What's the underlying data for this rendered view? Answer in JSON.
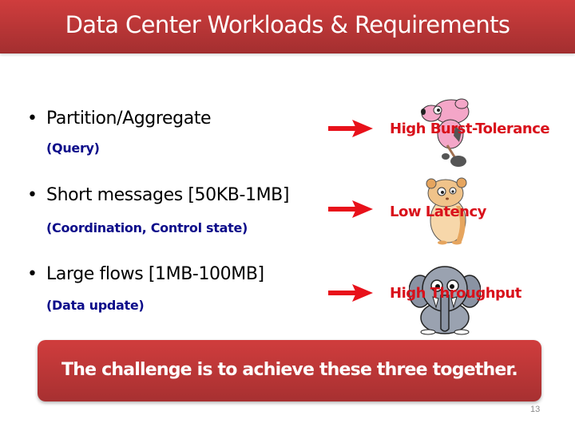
{
  "slide": {
    "title": "Data Center Workloads & Requirements",
    "page_number": "13",
    "accent_color": "#c0393a",
    "requirement_color": "#d9111b",
    "subtext_color": "#0c0c8a"
  },
  "workloads": [
    {
      "bullet": "•",
      "label": "Partition/Aggregate",
      "detail": "(Query)",
      "requirement": "High Burst-Tolerance",
      "icon": "pig-icon"
    },
    {
      "bullet": "•",
      "label": "Short messages [50KB-1MB]",
      "detail": "(Coordination, Control state)",
      "requirement": "Low Latency",
      "icon": "hamster-icon"
    },
    {
      "bullet": "•",
      "label": "Large flows [1MB-100MB]",
      "detail": "(Data update)",
      "requirement": "High Throughput",
      "icon": "elephant-icon"
    }
  ],
  "callout": {
    "text": "The challenge is to achieve these three together."
  }
}
